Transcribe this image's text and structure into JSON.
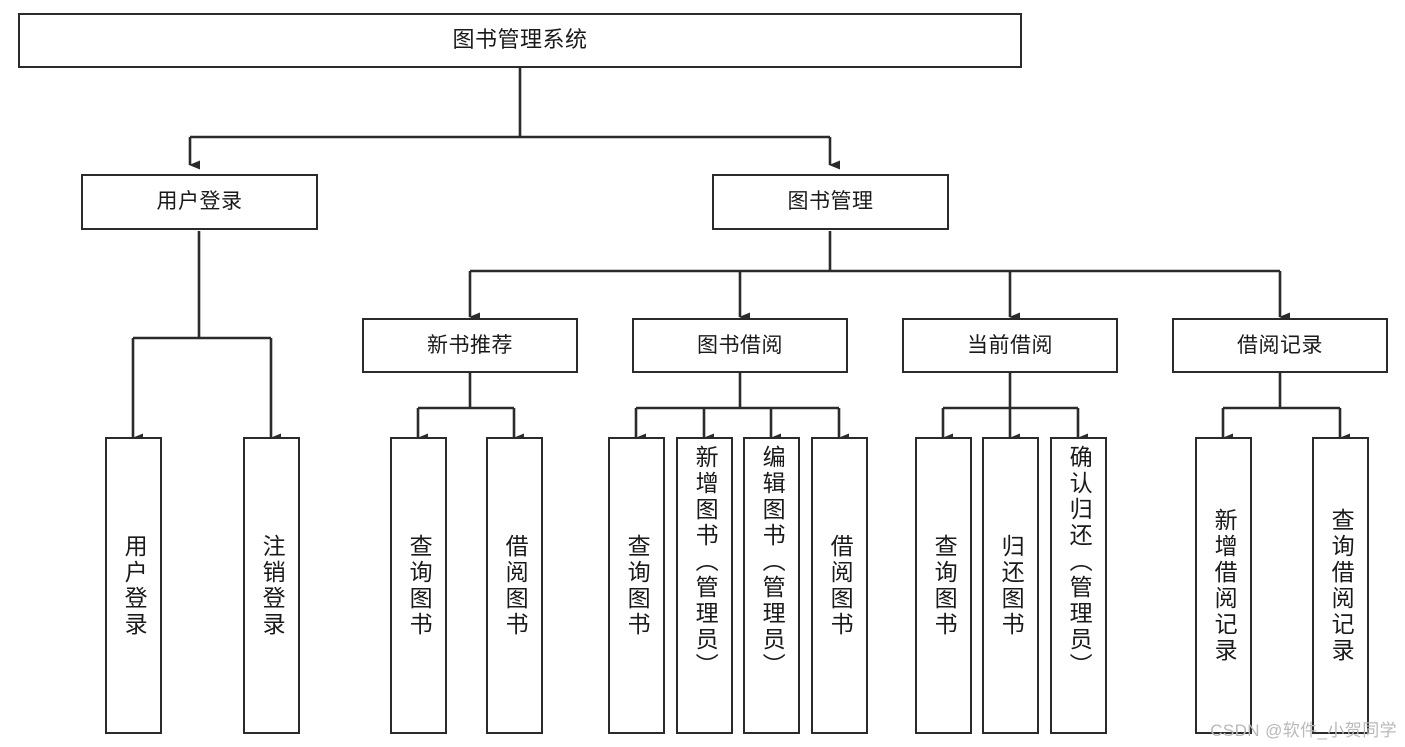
{
  "diagram": {
    "title": "图书管理系统",
    "type": "hierarchy-tree",
    "colors": {
      "box_border": "#2b2b2b",
      "box_fill": "#ffffff",
      "connector": "#2b2b2b",
      "text": "#1a1a1a",
      "watermark": "#b9b9b9"
    },
    "levels": {
      "root": {
        "label": "图书管理系统"
      },
      "level2": [
        {
          "label": "用户登录"
        },
        {
          "label": "图书管理"
        }
      ],
      "level3": [
        {
          "label": "新书推荐"
        },
        {
          "label": "图书借阅"
        },
        {
          "label": "当前借阅"
        },
        {
          "label": "借阅记录"
        }
      ],
      "leaves": {
        "user_login": [
          {
            "label": "用户登录"
          },
          {
            "label": "注销登录"
          }
        ],
        "new_book_recommend": [
          {
            "label": "查询图书"
          },
          {
            "label": "借阅图书"
          }
        ],
        "book_borrow": [
          {
            "label": "查询图书"
          },
          {
            "label": "新增图书（管理员）"
          },
          {
            "label": "编辑图书（管理员）"
          },
          {
            "label": "借阅图书"
          }
        ],
        "current_borrow": [
          {
            "label": "查询图书"
          },
          {
            "label": "归还图书"
          },
          {
            "label": "确认归还（管理员）"
          }
        ],
        "borrow_records": [
          {
            "label": "新增借阅记录"
          },
          {
            "label": "查询借阅记录"
          }
        ]
      }
    }
  },
  "watermark": {
    "text": "CSDN @软件_小贺同学"
  }
}
